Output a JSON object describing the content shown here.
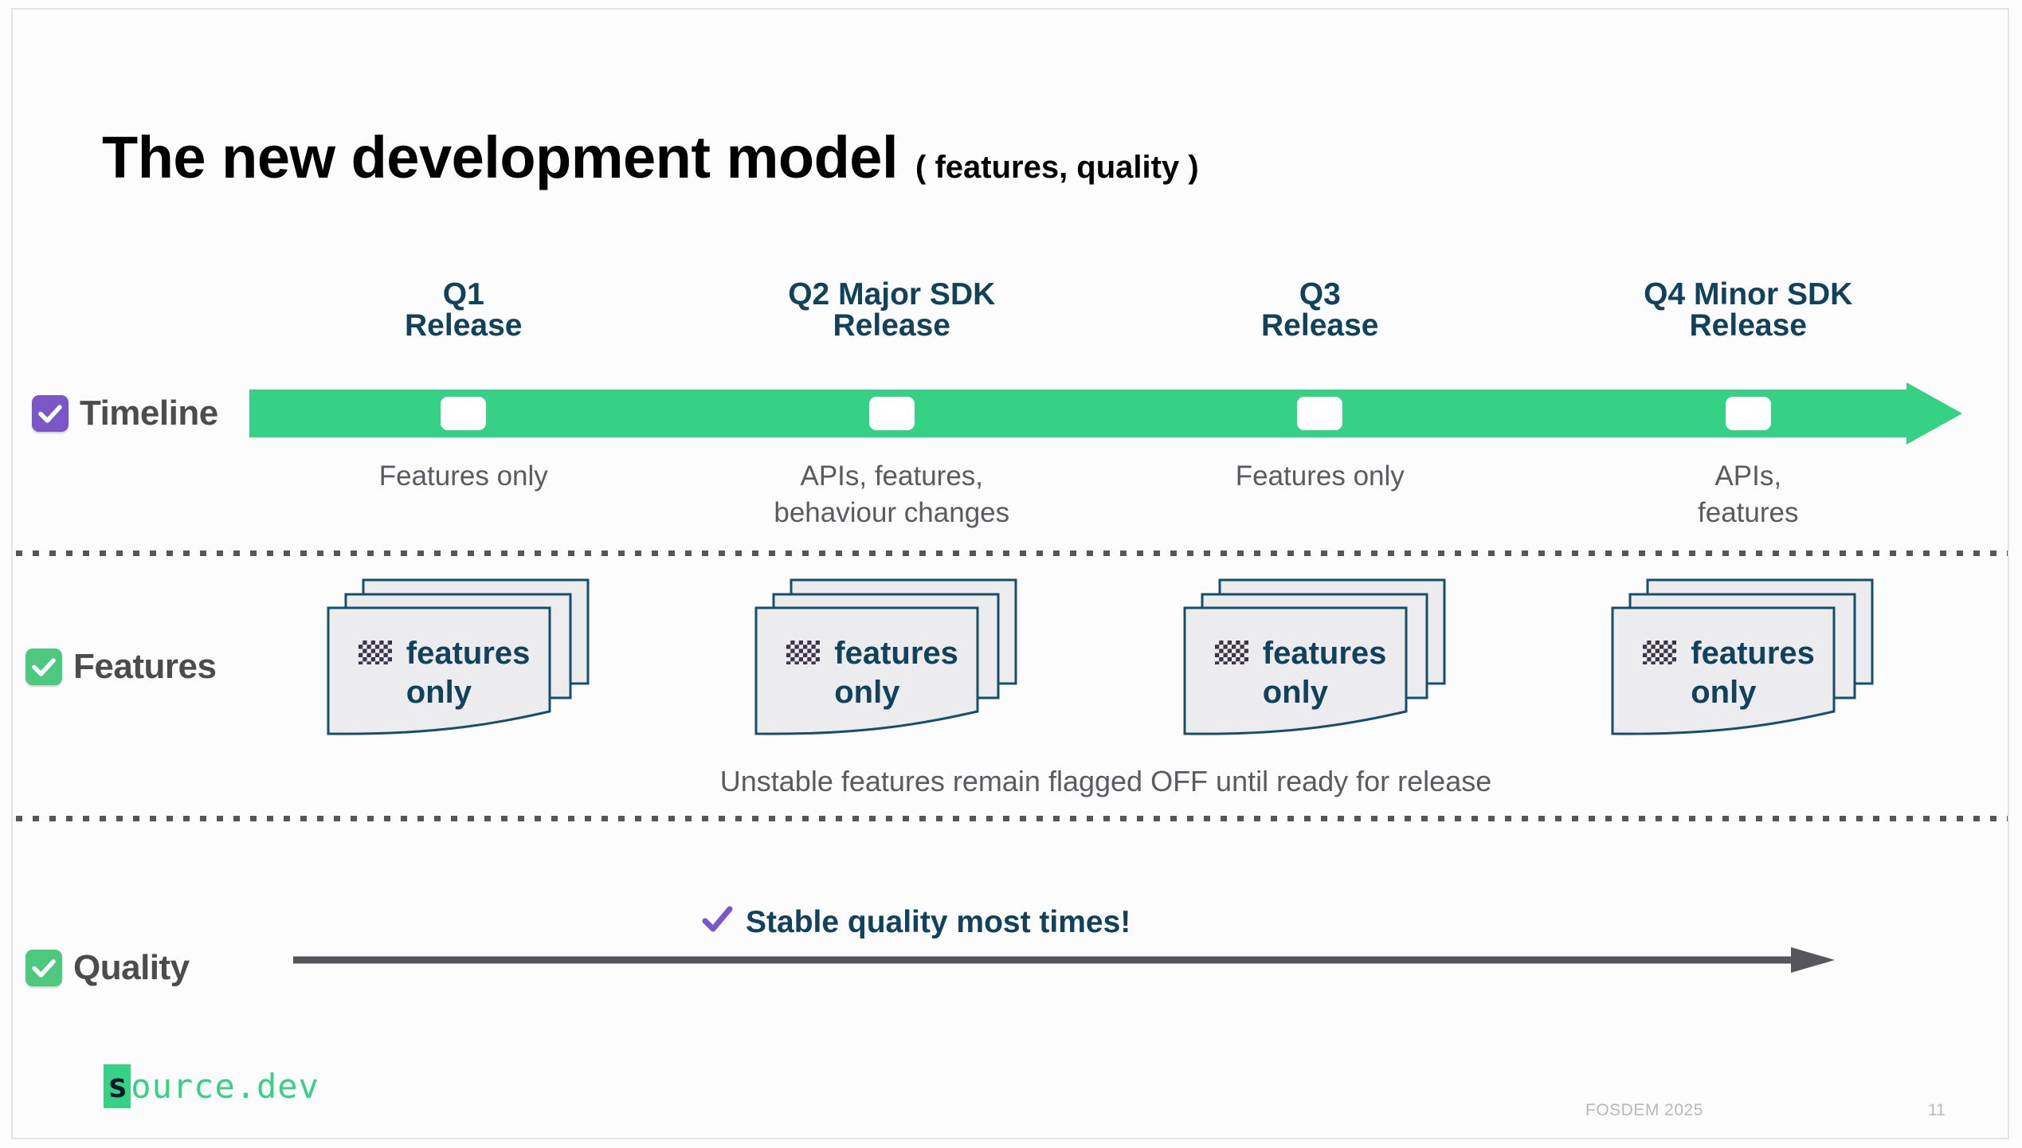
{
  "slide": {
    "title_main": "The new development model",
    "title_sub": "( features, quality )",
    "colors": {
      "accent_green": "#35d184",
      "navy": "#12415c",
      "purple": "#7a56c8",
      "gray_text": "#5a5a60",
      "label_gray": "#4c4c4c"
    }
  },
  "timeline": {
    "label": "Timeline",
    "checkbox_icon": "purple-checkbox-icon",
    "quarters": [
      {
        "title": "Q1\nRelease",
        "caption": "Features only"
      },
      {
        "title": "Q2 Major SDK\nRelease",
        "caption": "APIs, features,\nbehaviour changes"
      },
      {
        "title": "Q3\nRelease",
        "caption": "Features only"
      },
      {
        "title": "Q4 Minor SDK\nRelease",
        "caption": "APIs,\nfeatures"
      }
    ]
  },
  "features": {
    "label": "Features",
    "checkbox_icon": "green-checkbox-icon",
    "cards": [
      {
        "icon": "checkered-flag-icon",
        "text": "features\nonly"
      },
      {
        "icon": "checkered-flag-icon",
        "text": "features\nonly"
      },
      {
        "icon": "checkered-flag-icon",
        "text": "features\nonly"
      },
      {
        "icon": "checkered-flag-icon",
        "text": "features\nonly"
      }
    ],
    "note": "Unstable features remain flagged OFF until ready for release"
  },
  "quality": {
    "label": "Quality",
    "checkbox_icon": "green-checkbox-icon",
    "note_icon": "purple-check-icon",
    "note": "Stable quality most times!"
  },
  "footer": {
    "logo_first": "s",
    "logo_rest": "ource.dev",
    "event": "FOSDEM 2025",
    "page": "11"
  }
}
